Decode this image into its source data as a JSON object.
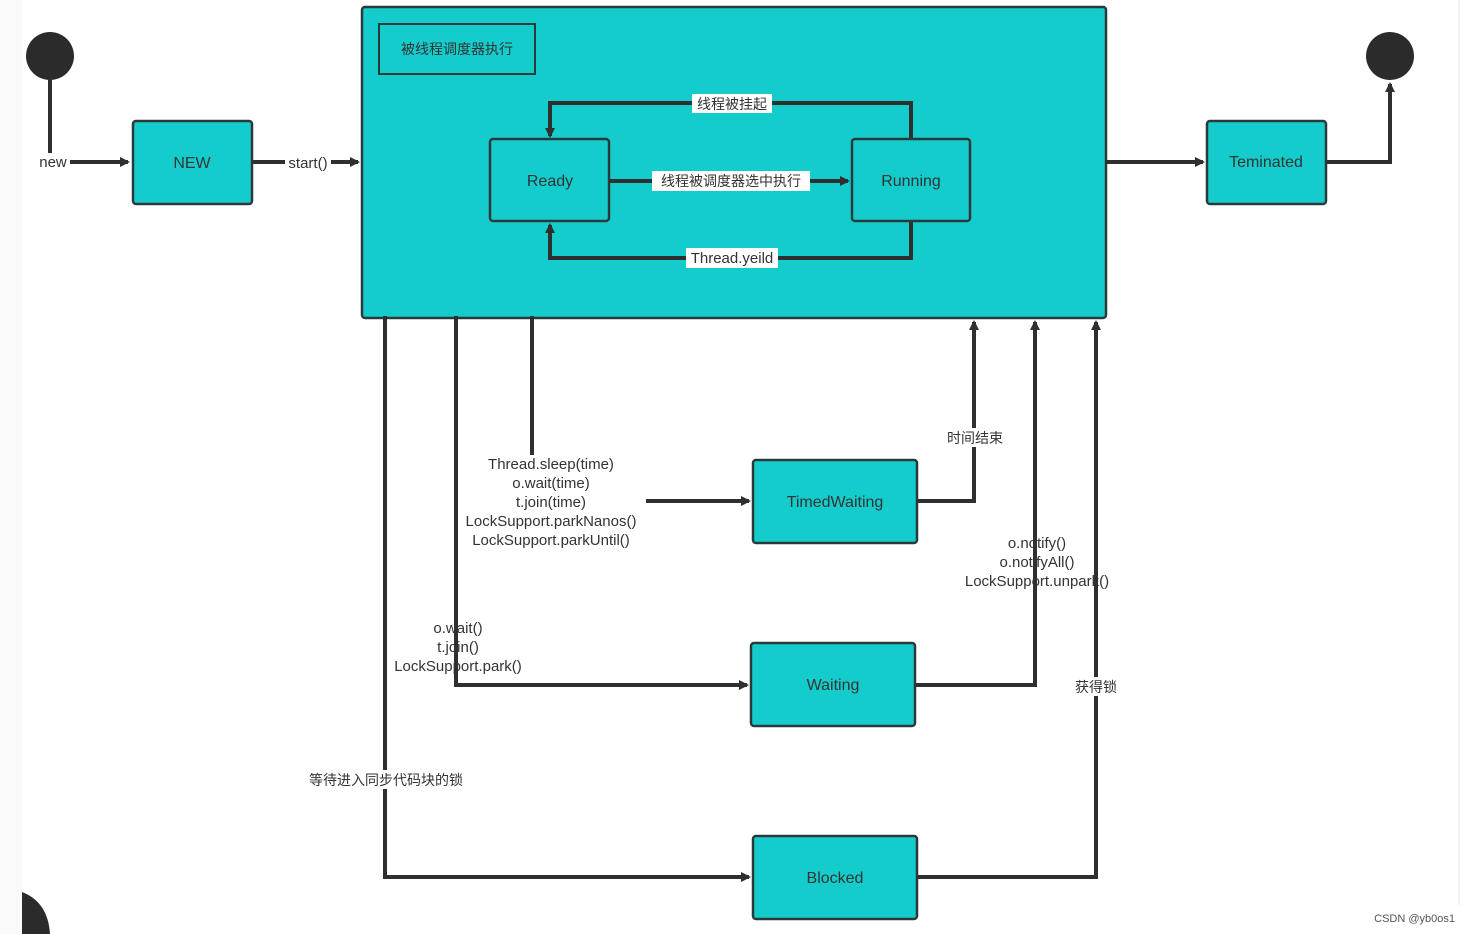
{
  "states": {
    "new": "NEW",
    "ready": "Ready",
    "running": "Running",
    "terminated": "Teminated",
    "timed_waiting": "TimedWaiting",
    "waiting": "Waiting",
    "blocked": "Blocked"
  },
  "container_label": "被线程调度器执行",
  "edges": {
    "new": "new",
    "start": "start()",
    "suspended": "线程被挂起",
    "scheduled": "线程被调度器选中执行",
    "yield": "Thread.yeild",
    "timed_lines": [
      "Thread.sleep(time)",
      "o.wait(time)",
      "t.join(time)",
      "LockSupport.parkNanos()",
      "LockSupport.parkUntil()"
    ],
    "wait_lines": [
      "o.wait()",
      "t.join()",
      "LockSupport.park()"
    ],
    "notify_lines": [
      "o.notify()",
      "o.notifyAll()",
      "LockSupport.unpark()"
    ],
    "time_up": "时间结束",
    "acquire_lock": "获得锁",
    "wait_lock": "等待进入同步代码块的锁"
  },
  "watermark": "CSDN @yb0os1",
  "colors": {
    "state_fill": "#14cccc",
    "node_dark": "#2b2b2b"
  }
}
